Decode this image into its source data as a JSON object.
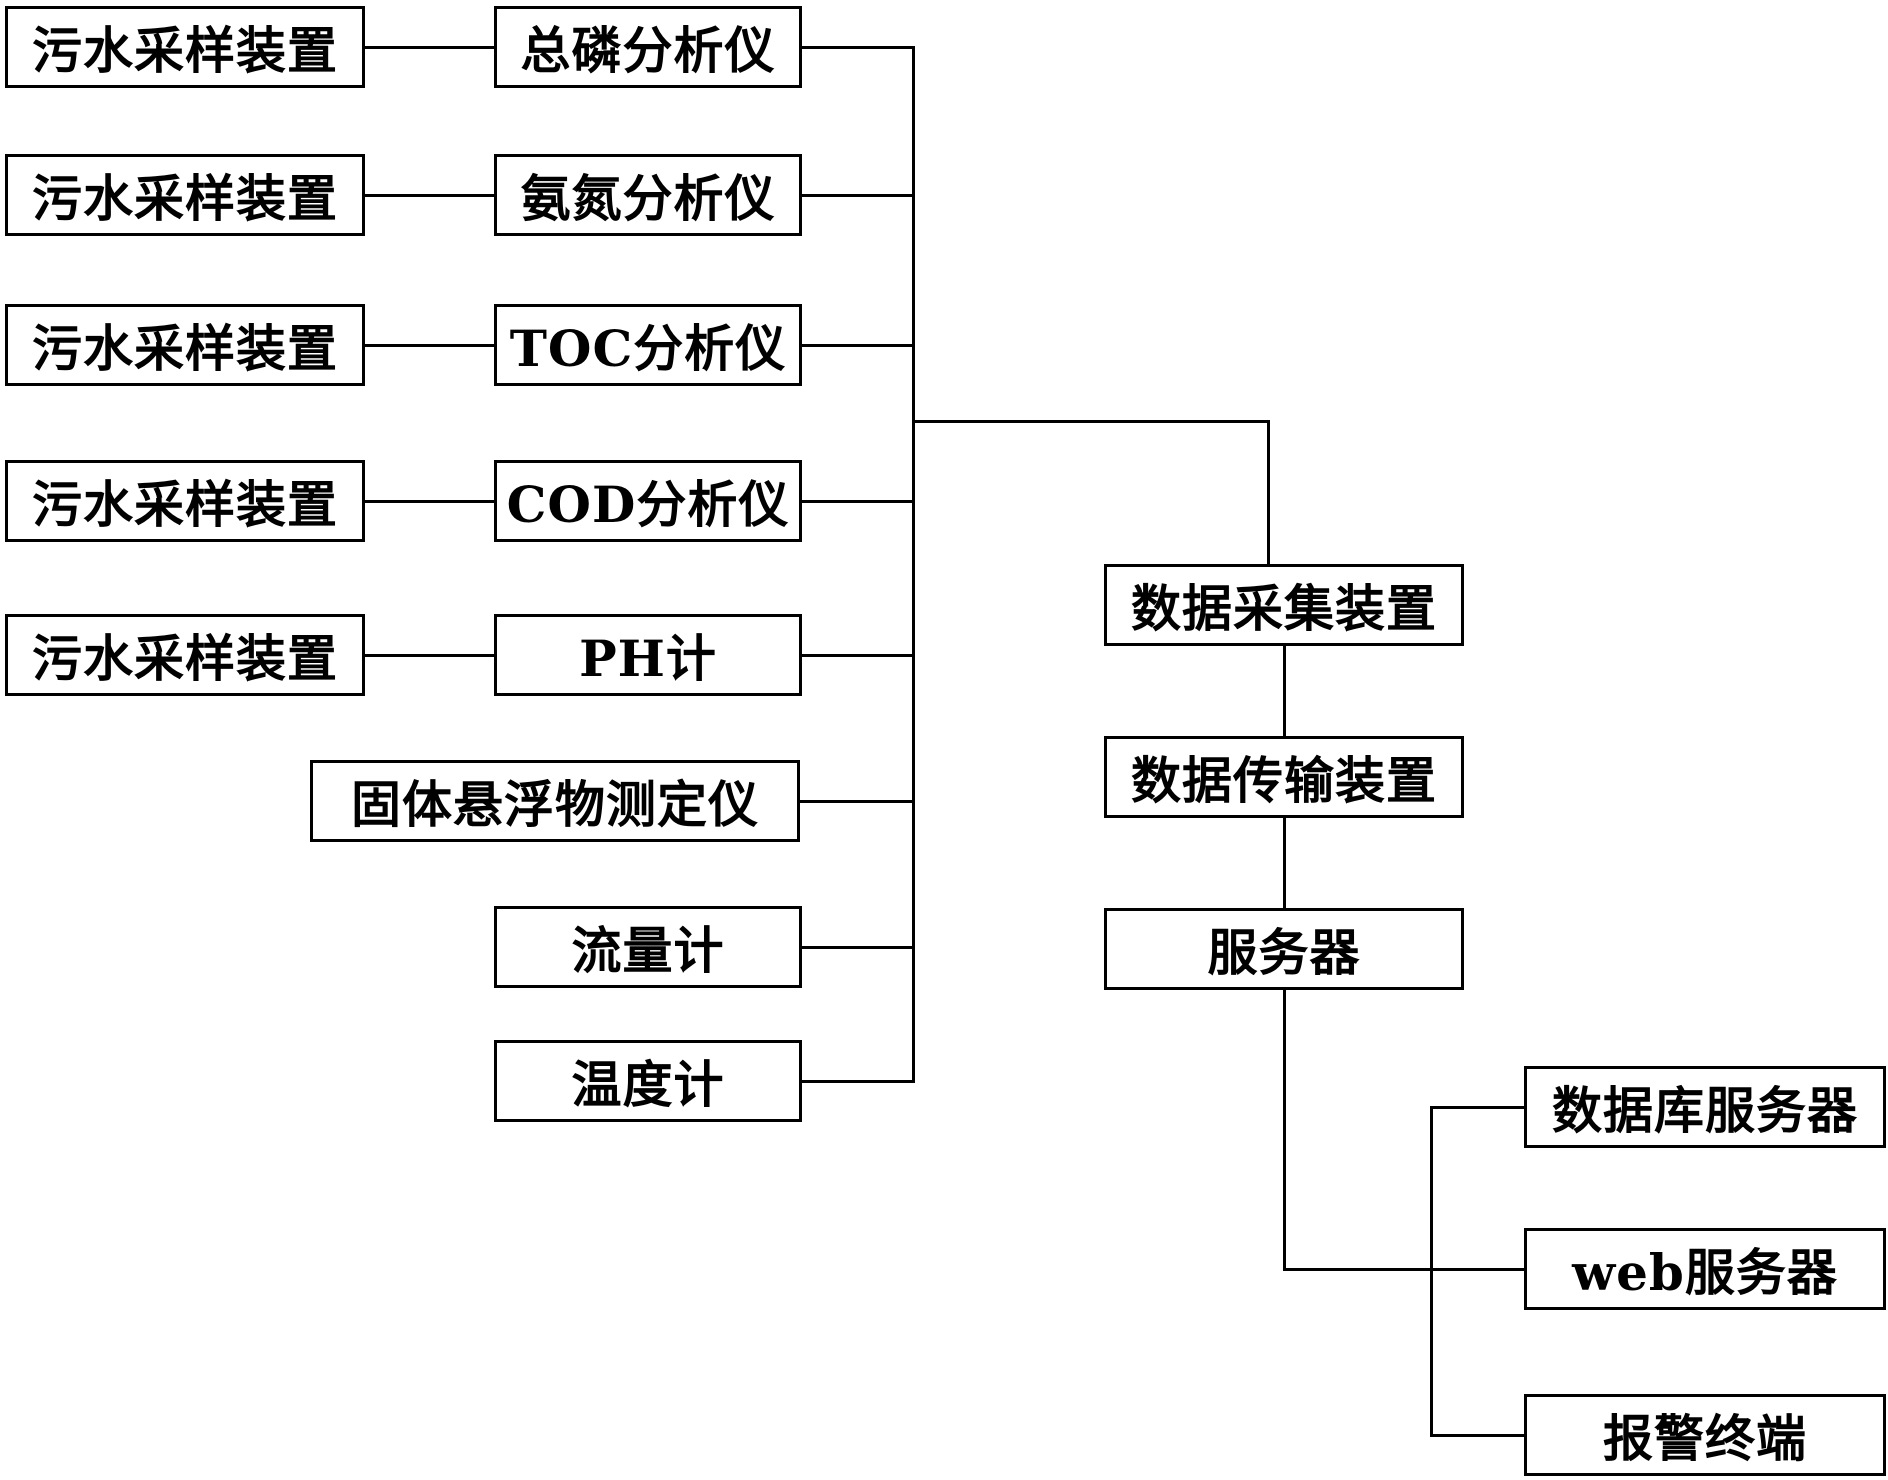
{
  "colors": {
    "line": "#000000",
    "box_border": "#000000",
    "text": "#000000",
    "background": "#ffffff"
  },
  "sampling_devices": [
    "污水采样装置",
    "污水采样装置",
    "污水采样装置",
    "污水采样装置",
    "污水采样装置"
  ],
  "instruments": [
    "总磷分析仪",
    "氨氮分析仪",
    "TOC分析仪",
    "COD分析仪",
    "PH计",
    "固体悬浮物测定仪",
    "流量计",
    "温度计"
  ],
  "chain": {
    "data_acquisition": "数据采集装置",
    "data_transmission": "数据传输装置",
    "server": "服务器"
  },
  "sub_servers": {
    "database_server": "数据库服务器",
    "web_server": "web服务器",
    "alarm_terminal": "报警终端"
  }
}
